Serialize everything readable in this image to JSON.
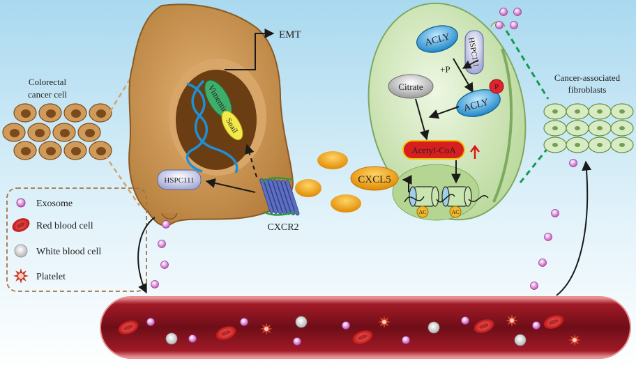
{
  "labels": {
    "emt": "EMT",
    "colorectal_line1": "Colorectal",
    "colorectal_line2": "cancer cell",
    "vimentin": "Vimentin",
    "snail": "Snail",
    "hspc111_left": "HSPC111",
    "cxcr2": "CXCR2",
    "cxcl5": "CXCL5",
    "acly_top": "ACLY",
    "hspc111_right": "HSPC111",
    "plus_p": "+P",
    "citrate": "Citrate",
    "acly_p": "ACLY",
    "p_badge": "P",
    "acetyl_coa": "Acetyl-CoA",
    "ac": "AC",
    "caf_line1": "Cancer-associated",
    "caf_line2": "fibroblasts"
  },
  "legend": {
    "items": [
      {
        "label": "Exosome",
        "icon": "exosome-icon"
      },
      {
        "label": "Red blood cell",
        "icon": "red-blood-cell-icon"
      },
      {
        "label": "White blood cell",
        "icon": "white-blood-cell-icon"
      },
      {
        "label": "Platelet",
        "icon": "platelet-icon"
      }
    ]
  },
  "colors": {
    "cancer_cell": "#cf9a5a",
    "nucleus": "#6b3d12",
    "fibroblast": "#d9ebc4",
    "vessel": "#8d1420",
    "exosome": "#d98bd6",
    "acly": "#3aa6e0",
    "acetyl_coa": "#d71f1f"
  }
}
